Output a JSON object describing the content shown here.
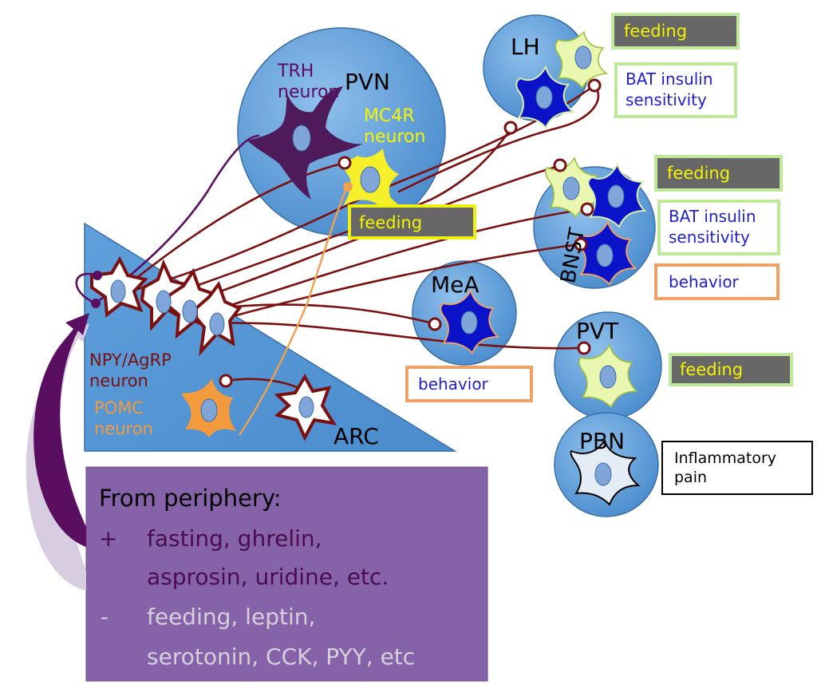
{
  "colors": {
    "region_fill": "#5b9bd5",
    "region_fill_light": "#7eb3e3",
    "region_stroke": "#3a6fa8",
    "agrp_fiber": "#7a1010",
    "pomc_fiber": "#f0a050",
    "trh_fiber": "#5a0e60",
    "trh_neuron": "#4e1a5a",
    "mc4r_neuron": "#f5f02a",
    "pomc_neuron": "#f39a3c",
    "target_blue": "#0b13c9",
    "target_light_green": "#e9f7b0",
    "panel_purple": "#8663a8",
    "plus_text": "#4a0b4f",
    "minus_text": "#d6d0dc",
    "label_gray": "#676767",
    "green_border": "#bfe89a",
    "yellow_border": "#eef010",
    "orange_border": "#eea065",
    "yellow_text": "#f4f500",
    "blue_text": "#1f1fd0",
    "black": "#000000"
  },
  "regions": {
    "pvn": "PVN",
    "lh": "LH",
    "bnst": "BNST",
    "mea": "MeA",
    "pvt": "PVT",
    "pbn": "PBN",
    "arc": "ARC"
  },
  "neuron_labels": {
    "trh": "TRH neuron",
    "mc4r": "MC4R neuron",
    "agrp": "NPY/AgRP neuron",
    "pomc": "POMC neuron"
  },
  "outcomes": {
    "pvn_feeding": "feeding",
    "lh_feeding": "feeding",
    "lh_bat": "BAT insulin sensitivity",
    "bnst_feeding": "feeding",
    "bnst_bat": "BAT insulin sensitivity",
    "bnst_behavior": "behavior",
    "mea_behavior": "behavior",
    "pvt_feeding": "feeding",
    "pbn_pain": "Inflammatory pain"
  },
  "periphery": {
    "title": "From periphery:",
    "plus_sign": "+",
    "plus_line1": "fasting, ghrelin,",
    "plus_line2": "asprosin, uridine, etc.",
    "minus_sign": "-",
    "minus_line1": "feeding, leptin,",
    "minus_line2": "serotonin, CCK, PYY, etc"
  }
}
